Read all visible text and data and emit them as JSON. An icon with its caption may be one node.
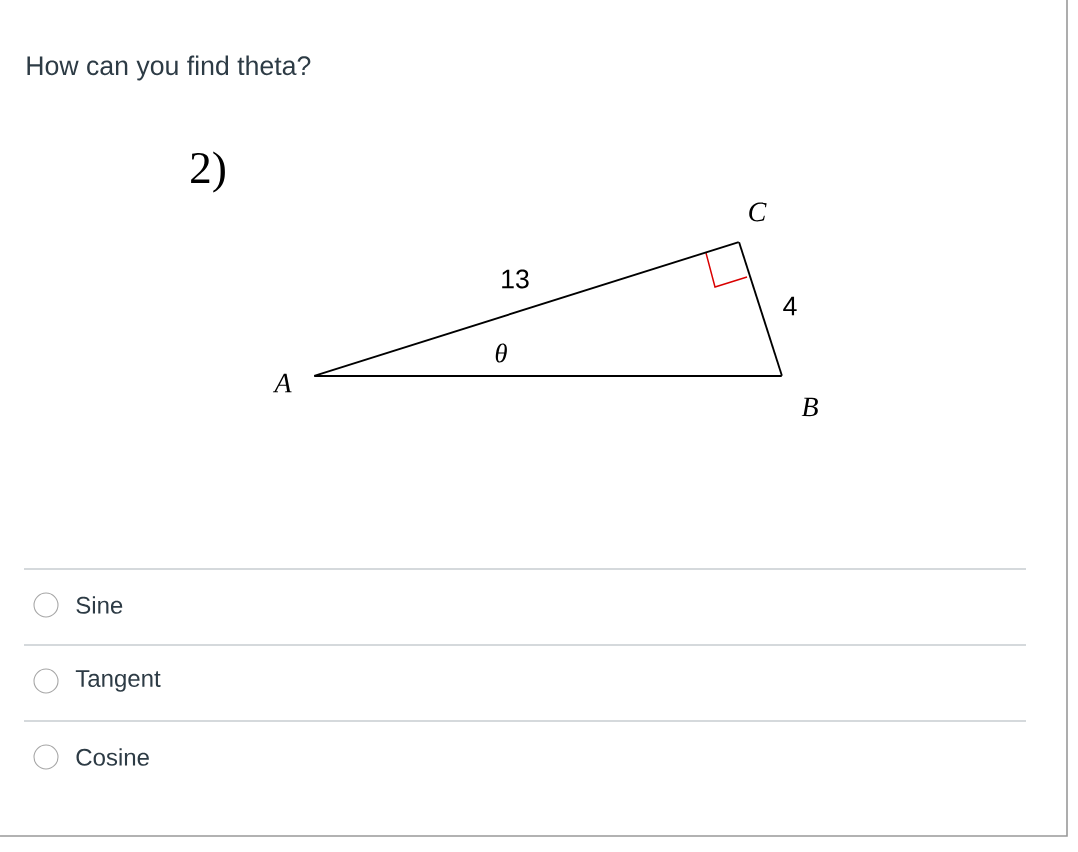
{
  "diagram": {
    "title": "How can you find theta?",
    "nodes": [
      {
        "text": [
          "A"
        ]
      },
      {
        "text": [
          "C"
        ]
      },
      {
        "text": [
          "B"
        ]
      }
    ],
    "edges": [
      {
        "from": 0,
        "to": 1,
        "arrow": "none",
        "label": "13"
      },
      {
        "from": 1,
        "to": 2,
        "arrow": "none",
        "label": "4"
      },
      {
        "from": 0,
        "to": 2,
        "arrow": "none"
      }
    ],
    "labels": [
      "2)",
      "θ",
      "Sine",
      "Tangent",
      "Cosine"
    ]
  }
}
